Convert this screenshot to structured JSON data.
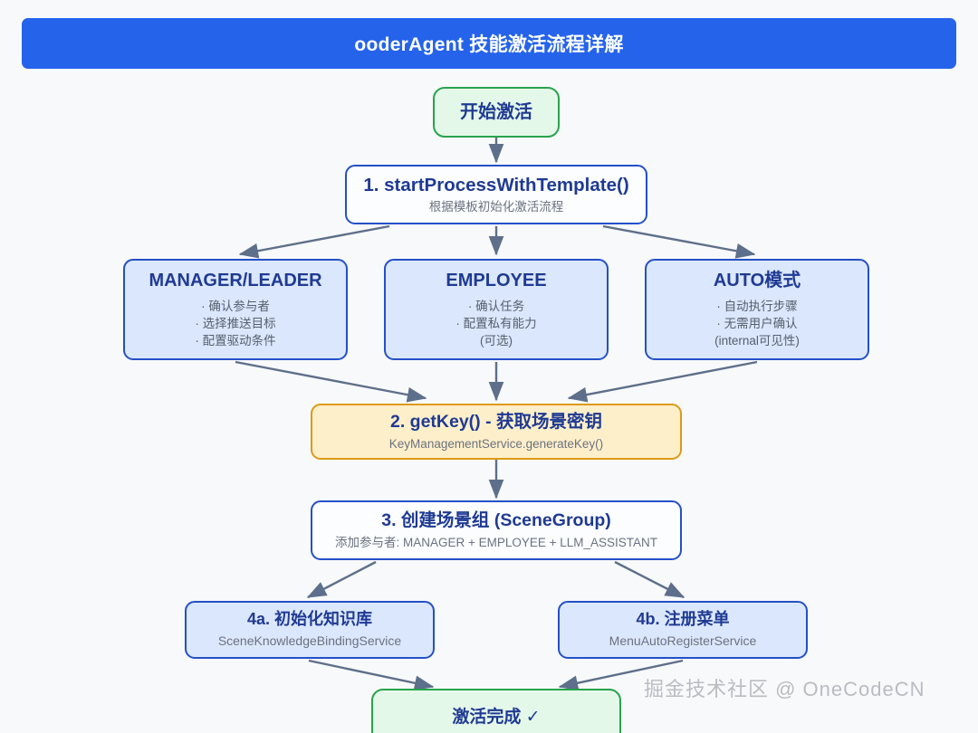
{
  "header": {
    "title": "ooderAgent 技能激活流程详解",
    "bg_color": "#2563eb",
    "text_color": "#ffffff"
  },
  "colors": {
    "canvas_bg": "#f8f9fa",
    "green_border": "#28a34c",
    "green_fill": "#e4f8ea",
    "blue_border": "#2450c8",
    "blue_fill": "#dbe7fd",
    "blue_fill_light": "#fbfdff",
    "orange_border": "#dd9a17",
    "orange_fill": "#fdefc9",
    "arrow": "#5d6f8a",
    "node_title": "#1f3a93",
    "node_sub": "#6b7280",
    "watermark": "#b9bcc2"
  },
  "nodes": {
    "start": {
      "title": "开始激活",
      "shape": "rounded-rect",
      "style": "green"
    },
    "step1": {
      "title": "1. startProcessWithTemplate()",
      "subtitle": "根据模板初始化激活流程",
      "style": "blue-light"
    },
    "manager": {
      "title": "MANAGER/LEADER",
      "items": [
        "· 确认参与者",
        "· 选择推送目标",
        "· 配置驱动条件"
      ],
      "style": "blue"
    },
    "employee": {
      "title": "EMPLOYEE",
      "items": [
        "· 确认任务",
        "· 配置私有能力",
        "(可选)"
      ],
      "style": "blue"
    },
    "auto": {
      "title": "AUTO模式",
      "items": [
        "· 自动执行步骤",
        "· 无需用户确认",
        "(internal可见性)"
      ],
      "style": "blue"
    },
    "getkey": {
      "title": "2. getKey() - 获取场景密钥",
      "subtitle": "KeyManagementService.generateKey()",
      "style": "orange"
    },
    "scene": {
      "title": "3. 创建场景组 (SceneGroup)",
      "subtitle": "添加参与者: MANAGER + EMPLOYEE + LLM_ASSISTANT",
      "style": "blue-light"
    },
    "knowledge": {
      "title": "4a. 初始化知识库",
      "subtitle": "SceneKnowledgeBindingService",
      "style": "blue"
    },
    "menu": {
      "title": "4b. 注册菜单",
      "subtitle": "MenuAutoRegisterService",
      "style": "blue"
    },
    "done": {
      "title": "激活完成 ✓",
      "style": "green"
    }
  },
  "edges": [
    {
      "from": "start",
      "to": "step1"
    },
    {
      "from": "step1",
      "to": "manager"
    },
    {
      "from": "step1",
      "to": "employee"
    },
    {
      "from": "step1",
      "to": "auto"
    },
    {
      "from": "manager",
      "to": "getkey"
    },
    {
      "from": "employee",
      "to": "getkey"
    },
    {
      "from": "auto",
      "to": "getkey"
    },
    {
      "from": "getkey",
      "to": "scene"
    },
    {
      "from": "scene",
      "to": "knowledge"
    },
    {
      "from": "scene",
      "to": "menu"
    },
    {
      "from": "knowledge",
      "to": "done"
    },
    {
      "from": "menu",
      "to": "done"
    }
  ],
  "watermark": {
    "text": "掘金技术社区 @ OneCodeCN"
  }
}
